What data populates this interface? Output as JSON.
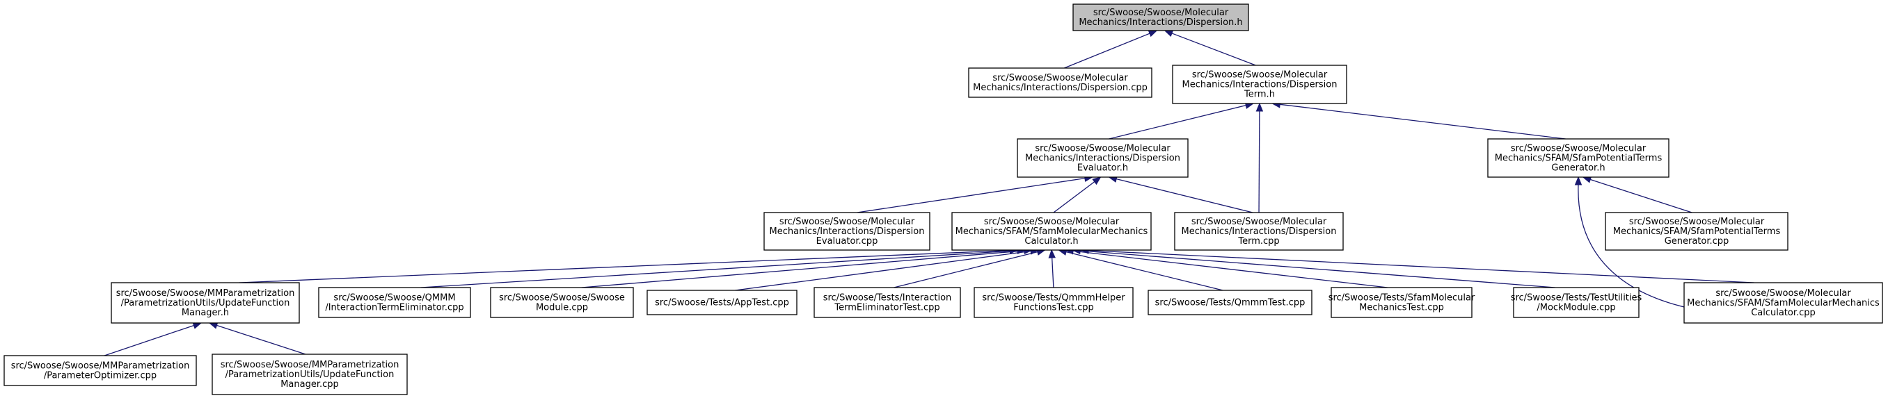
{
  "diagram": {
    "type": "include-dependency-graph",
    "colors": {
      "edge": "#191970",
      "root_fill": "#bfbfbf",
      "node_fill": "#ffffff",
      "border": "#000000"
    },
    "nodes": [
      {
        "id": "dispersion_h",
        "root": true,
        "lines": [
          "src/Swoose/Swoose/Molecular",
          "Mechanics/Interactions/Dispersion.h"
        ]
      },
      {
        "id": "dispersion_cpp",
        "lines": [
          "src/Swoose/Swoose/Molecular",
          "Mechanics/Interactions/Dispersion.cpp"
        ]
      },
      {
        "id": "dispersion_term_h",
        "lines": [
          "src/Swoose/Swoose/Molecular",
          "Mechanics/Interactions/Dispersion",
          "Term.h"
        ]
      },
      {
        "id": "dispersion_evaluator_h",
        "lines": [
          "src/Swoose/Swoose/Molecular",
          "Mechanics/Interactions/Dispersion",
          "Evaluator.h"
        ]
      },
      {
        "id": "sfam_potential_terms_generator_h",
        "lines": [
          "src/Swoose/Swoose/Molecular",
          "Mechanics/SFAM/SfamPotentialTerms",
          "Generator.h"
        ]
      },
      {
        "id": "dispersion_evaluator_cpp",
        "lines": [
          "src/Swoose/Swoose/Molecular",
          "Mechanics/Interactions/Dispersion",
          "Evaluator.cpp"
        ]
      },
      {
        "id": "sfam_mm_calculator_h",
        "lines": [
          "src/Swoose/Swoose/Molecular",
          "Mechanics/SFAM/SfamMolecularMechanics",
          "Calculator.h"
        ]
      },
      {
        "id": "dispersion_term_cpp",
        "lines": [
          "src/Swoose/Swoose/Molecular",
          "Mechanics/Interactions/Dispersion",
          "Term.cpp"
        ]
      },
      {
        "id": "sfam_potential_terms_generator_cpp",
        "lines": [
          "src/Swoose/Swoose/Molecular",
          "Mechanics/SFAM/SfamPotentialTerms",
          "Generator.cpp"
        ]
      },
      {
        "id": "update_function_manager_h",
        "lines": [
          "src/Swoose/Swoose/MMParametrization",
          "/ParametrizationUtils/UpdateFunction",
          "Manager.h"
        ]
      },
      {
        "id": "interaction_term_eliminator_cpp",
        "lines": [
          "src/Swoose/Swoose/QMMM",
          "/InteractionTermEliminator.cpp"
        ]
      },
      {
        "id": "swoose_module_cpp",
        "lines": [
          "src/Swoose/Swoose/Swoose",
          "Module.cpp"
        ]
      },
      {
        "id": "app_test_cpp",
        "lines": [
          "src/Swoose/Tests/AppTest.cpp"
        ]
      },
      {
        "id": "interaction_term_eliminator_test_cpp",
        "lines": [
          "src/Swoose/Tests/Interaction",
          "TermEliminatorTest.cpp"
        ]
      },
      {
        "id": "qmmm_helper_functions_test_cpp",
        "lines": [
          "src/Swoose/Tests/QmmmHelper",
          "FunctionsTest.cpp"
        ]
      },
      {
        "id": "qmmm_test_cpp",
        "lines": [
          "src/Swoose/Tests/QmmmTest.cpp"
        ]
      },
      {
        "id": "sfam_molecular_mechanics_test_cpp",
        "lines": [
          "src/Swoose/Tests/SfamMolecular",
          "MechanicsTest.cpp"
        ]
      },
      {
        "id": "mock_module_cpp",
        "lines": [
          "src/Swoose/Tests/TestUtilities",
          "/MockModule.cpp"
        ]
      },
      {
        "id": "sfam_mm_calculator_cpp",
        "lines": [
          "src/Swoose/Swoose/Molecular",
          "Mechanics/SFAM/SfamMolecularMechanics",
          "Calculator.cpp"
        ]
      },
      {
        "id": "parameter_optimizer_cpp",
        "lines": [
          "src/Swoose/Swoose/MMParametrization",
          "/ParameterOptimizer.cpp"
        ]
      },
      {
        "id": "update_function_manager_cpp",
        "lines": [
          "src/Swoose/Swoose/MMParametrization",
          "/ParametrizationUtils/UpdateFunction",
          "Manager.cpp"
        ]
      }
    ],
    "edges": [
      {
        "from": "dispersion_cpp",
        "to": "dispersion_h"
      },
      {
        "from": "dispersion_term_h",
        "to": "dispersion_h"
      },
      {
        "from": "dispersion_evaluator_h",
        "to": "dispersion_term_h"
      },
      {
        "from": "dispersion_term_cpp",
        "to": "dispersion_term_h"
      },
      {
        "from": "sfam_potential_terms_generator_h",
        "to": "dispersion_term_h"
      },
      {
        "from": "dispersion_evaluator_cpp",
        "to": "dispersion_evaluator_h"
      },
      {
        "from": "sfam_mm_calculator_h",
        "to": "dispersion_evaluator_h"
      },
      {
        "from": "dispersion_term_cpp",
        "to": "dispersion_evaluator_h"
      },
      {
        "from": "sfam_potential_terms_generator_cpp",
        "to": "sfam_potential_terms_generator_h"
      },
      {
        "from": "sfam_mm_calculator_cpp",
        "to": "sfam_potential_terms_generator_h"
      },
      {
        "from": "update_function_manager_h",
        "to": "sfam_mm_calculator_h"
      },
      {
        "from": "interaction_term_eliminator_cpp",
        "to": "sfam_mm_calculator_h"
      },
      {
        "from": "swoose_module_cpp",
        "to": "sfam_mm_calculator_h"
      },
      {
        "from": "app_test_cpp",
        "to": "sfam_mm_calculator_h"
      },
      {
        "from": "interaction_term_eliminator_test_cpp",
        "to": "sfam_mm_calculator_h"
      },
      {
        "from": "qmmm_helper_functions_test_cpp",
        "to": "sfam_mm_calculator_h"
      },
      {
        "from": "qmmm_test_cpp",
        "to": "sfam_mm_calculator_h"
      },
      {
        "from": "sfam_molecular_mechanics_test_cpp",
        "to": "sfam_mm_calculator_h"
      },
      {
        "from": "mock_module_cpp",
        "to": "sfam_mm_calculator_h"
      },
      {
        "from": "sfam_mm_calculator_cpp",
        "to": "sfam_mm_calculator_h"
      },
      {
        "from": "parameter_optimizer_cpp",
        "to": "update_function_manager_h"
      },
      {
        "from": "update_function_manager_cpp",
        "to": "update_function_manager_h"
      }
    ]
  }
}
